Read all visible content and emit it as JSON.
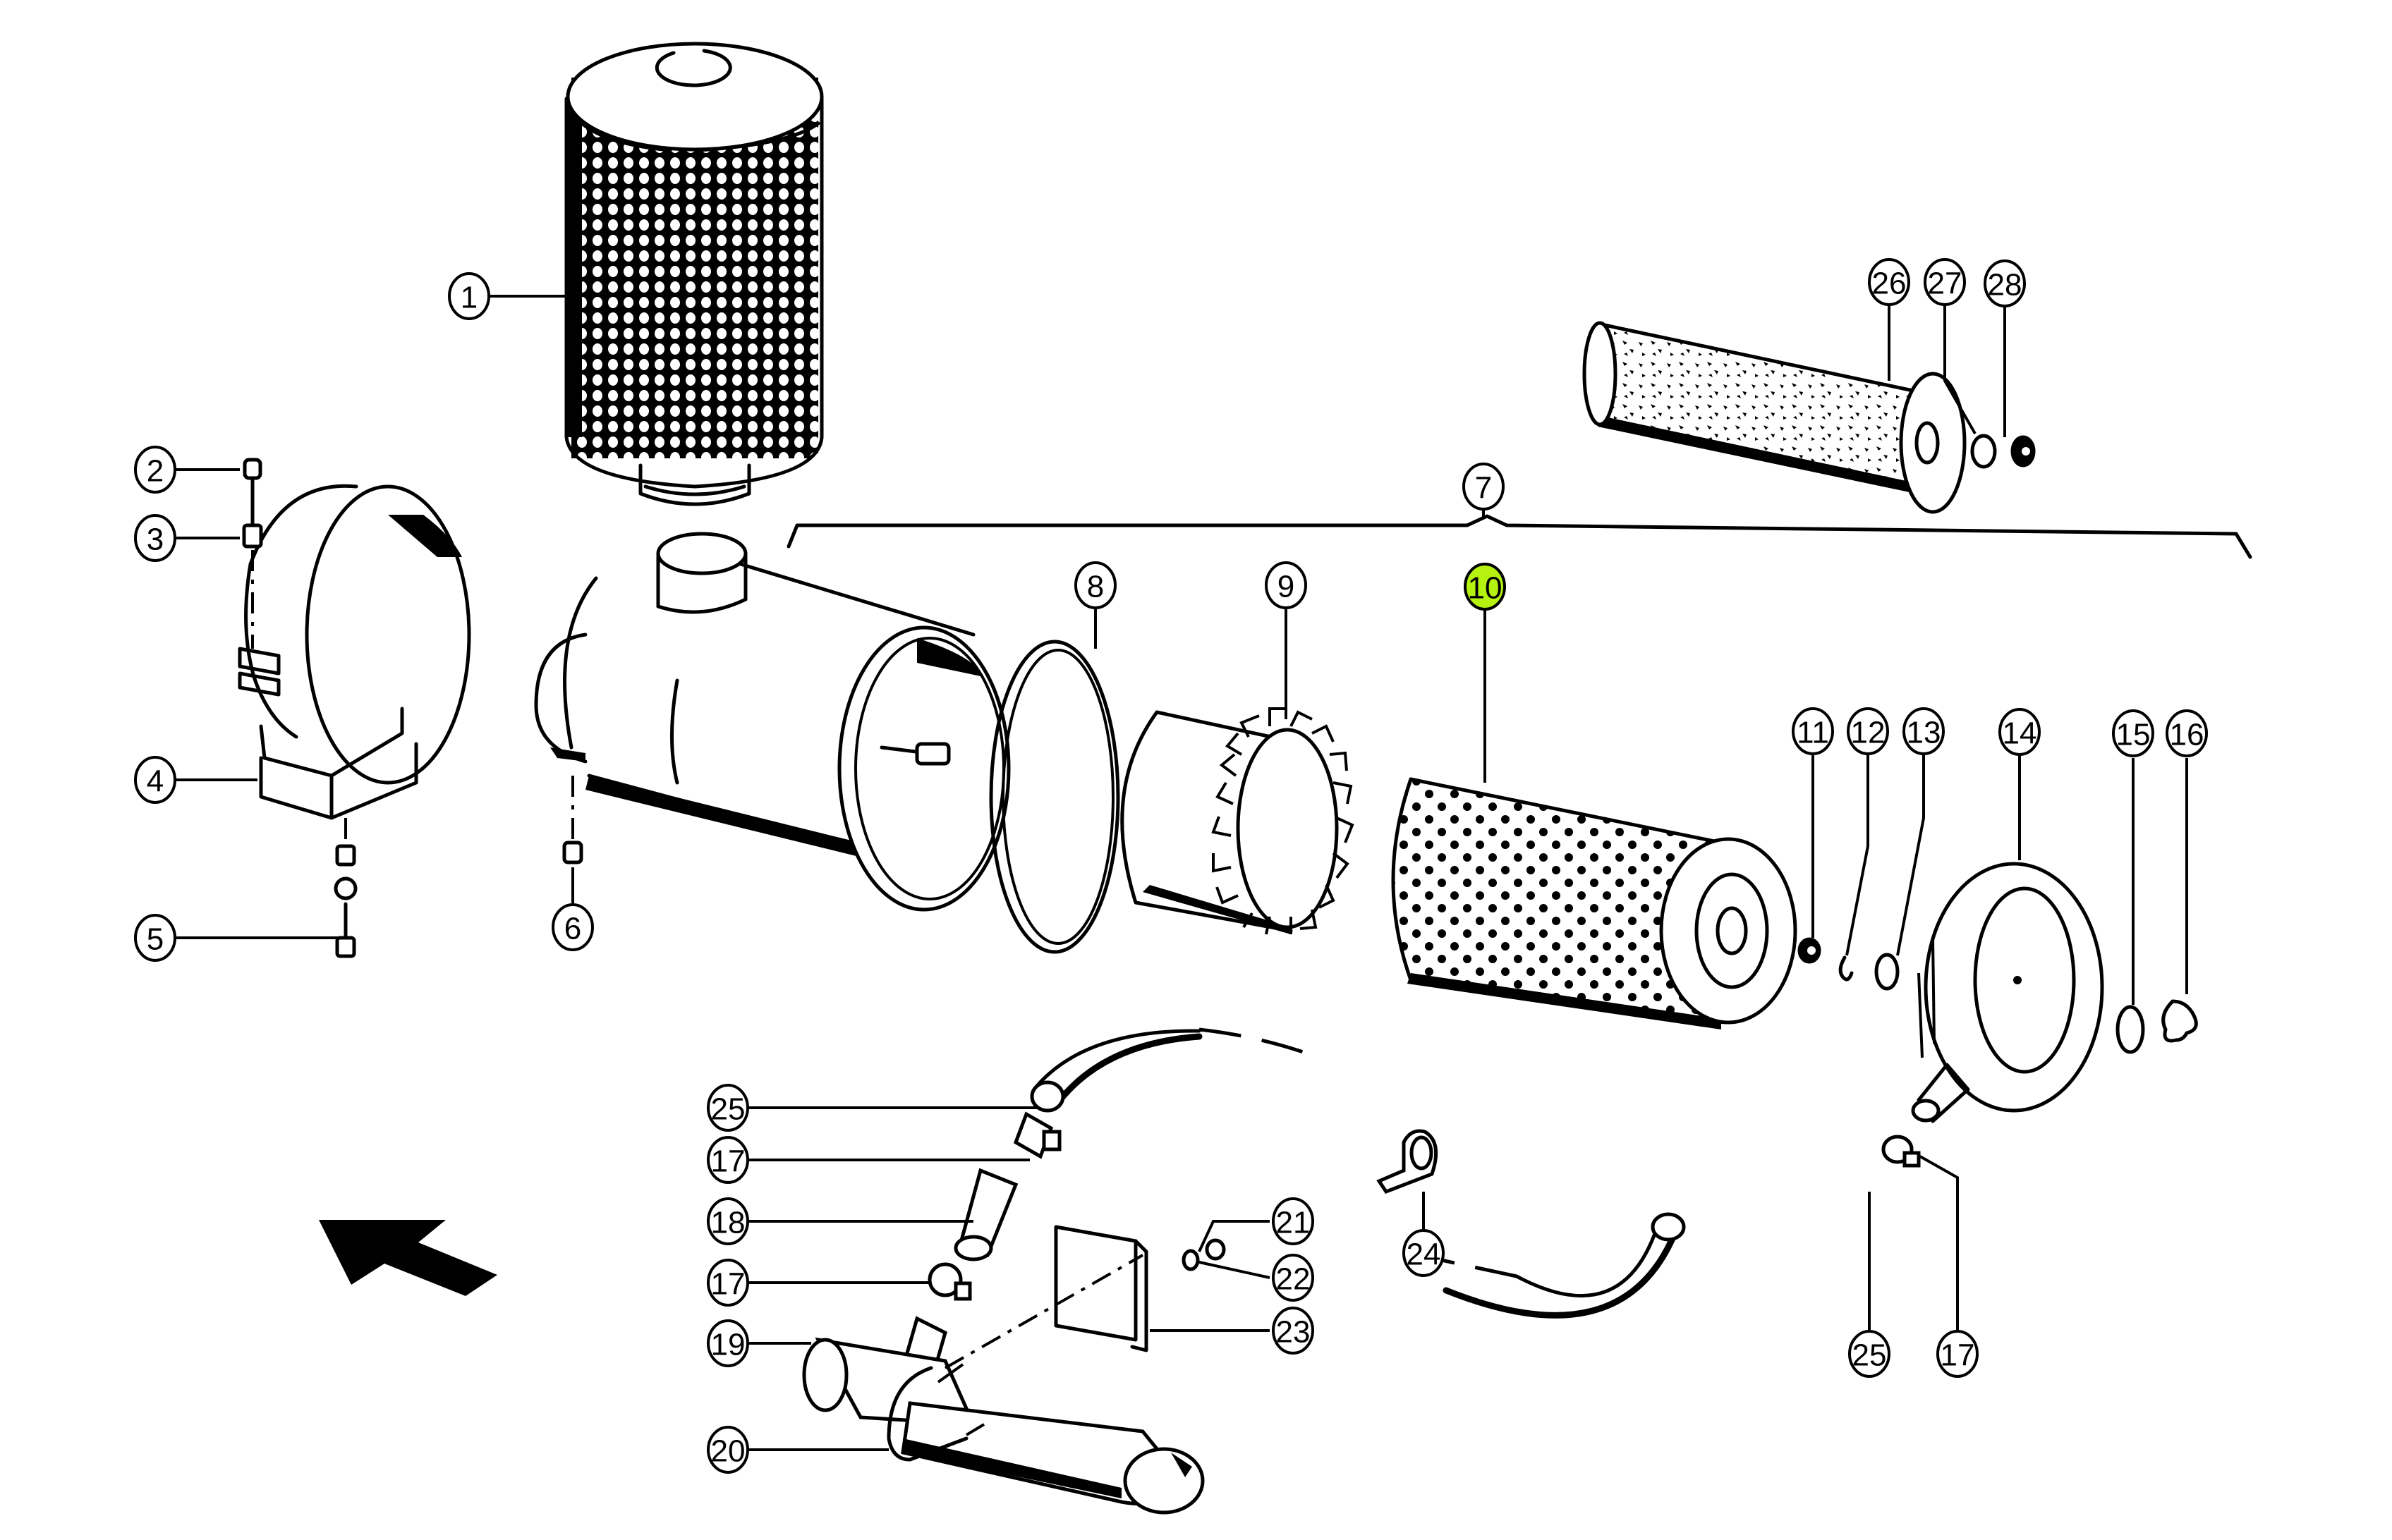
{
  "diagram": {
    "title": "Air filter assembly — exploded parts view",
    "highlight_color": "#b5f20f",
    "line_color": "#000000",
    "background": "#ffffff",
    "highlighted_callout": "10",
    "callouts": [
      {
        "id": "c1",
        "label": "1",
        "part": "pre-cleaner-mesh-cylinder"
      },
      {
        "id": "c2",
        "label": "2",
        "part": "nut"
      },
      {
        "id": "c3",
        "label": "3",
        "part": "bolt"
      },
      {
        "id": "c4",
        "label": "4",
        "part": "mounting-band-bracket"
      },
      {
        "id": "c5",
        "label": "5",
        "part": "bolt"
      },
      {
        "id": "c6",
        "label": "6",
        "part": "nut"
      },
      {
        "id": "c7",
        "label": "7",
        "part": "filter-assembly-group"
      },
      {
        "id": "c8",
        "label": "8",
        "part": "seal-ring"
      },
      {
        "id": "c9",
        "label": "9",
        "part": "vane-cyclone-tube"
      },
      {
        "id": "c10",
        "label": "10",
        "part": "main-filter-element"
      },
      {
        "id": "c11",
        "label": "11",
        "part": "wing-nut"
      },
      {
        "id": "c12",
        "label": "12",
        "part": "clip"
      },
      {
        "id": "c13",
        "label": "13",
        "part": "washer"
      },
      {
        "id": "c14",
        "label": "14",
        "part": "end-cover"
      },
      {
        "id": "c15",
        "label": "15",
        "part": "washer"
      },
      {
        "id": "c16",
        "label": "16",
        "part": "wing-nut"
      },
      {
        "id": "c17a",
        "label": "17",
        "part": "hose-clamp"
      },
      {
        "id": "c17b",
        "label": "17",
        "part": "hose-clamp"
      },
      {
        "id": "c17c",
        "label": "17",
        "part": "hose-clamp"
      },
      {
        "id": "c18",
        "label": "18",
        "part": "tube-adapter"
      },
      {
        "id": "c19",
        "label": "19",
        "part": "ejector-pipe"
      },
      {
        "id": "c20",
        "label": "20",
        "part": "u-bolt"
      },
      {
        "id": "c21",
        "label": "21",
        "part": "nut"
      },
      {
        "id": "c22",
        "label": "22",
        "part": "washer"
      },
      {
        "id": "c23",
        "label": "23",
        "part": "bracket-plate"
      },
      {
        "id": "c24",
        "label": "24",
        "part": "hose-clip"
      },
      {
        "id": "c25a",
        "label": "25",
        "part": "corrugated-hose"
      },
      {
        "id": "c25b",
        "label": "25",
        "part": "corrugated-hose"
      },
      {
        "id": "c26",
        "label": "26",
        "part": "safety-filter-element"
      },
      {
        "id": "c27",
        "label": "27",
        "part": "washer"
      },
      {
        "id": "c28",
        "label": "28",
        "part": "nut"
      }
    ],
    "direction_arrow": "airflow-direction-arrow"
  }
}
